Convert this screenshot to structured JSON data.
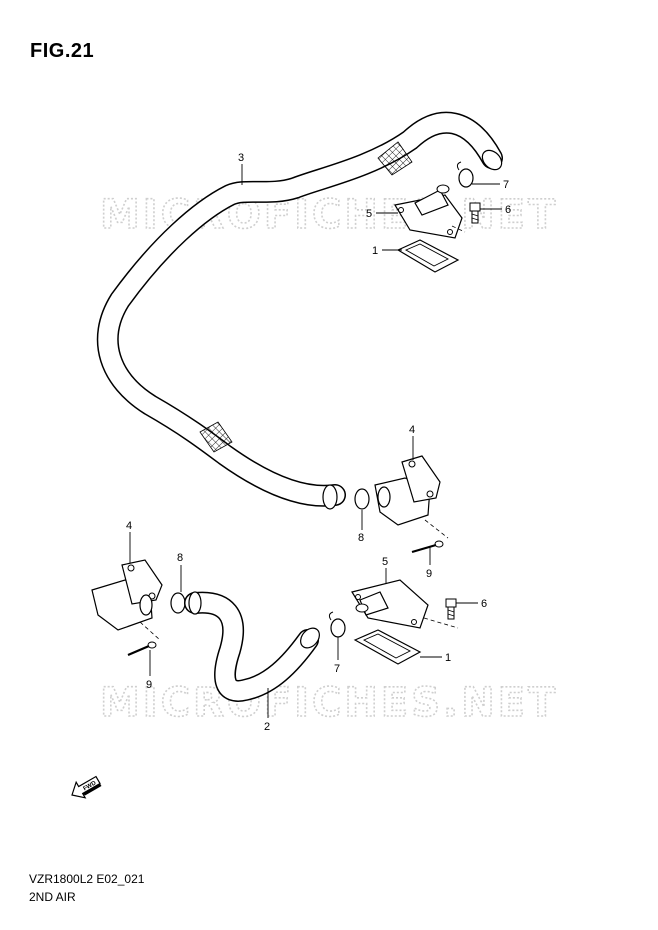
{
  "figure": {
    "title": "FIG.21"
  },
  "footer": {
    "code": "VZR1800L2 E02_021",
    "name": "2ND AIR"
  },
  "watermark": {
    "text": "MICROFICHES.NET"
  },
  "fwd_arrow": {
    "label": "FWD"
  },
  "callouts": {
    "upper": {
      "hose": "3",
      "clamp": "7",
      "bolt": "6",
      "cover": "5",
      "gasket": "1"
    },
    "middle": {
      "valve": "4",
      "oring": "8",
      "screw": "9"
    },
    "lower": {
      "valve": "4",
      "oring": "8",
      "screw": "9",
      "cover": "5",
      "bolt": "6",
      "gasket": "1",
      "clamp": "7",
      "hose": "2"
    }
  }
}
